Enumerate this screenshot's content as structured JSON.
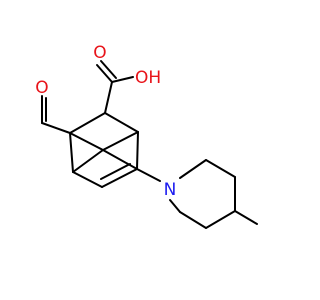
{
  "diagram": {
    "type": "chemical-structure",
    "colors": {
      "bond": "#000000",
      "oxygen": "#e8141a",
      "nitrogen": "#1c1cf0",
      "background": "#ffffff"
    },
    "labels": {
      "aldehyde_oxygen": "O",
      "carboxyl_oh": "OH",
      "carboxyl_o": "O",
      "amine_n": "N"
    }
  }
}
